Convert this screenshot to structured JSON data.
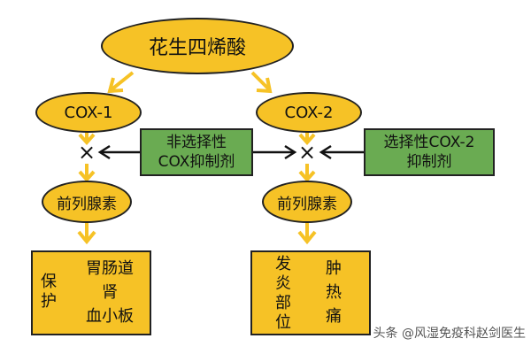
{
  "top_node": "花生四烯酸",
  "cox1": "COX-1",
  "cox2": "COX-2",
  "nonselective_inhibitor": [
    "非选择性",
    "COX抑制剂"
  ],
  "selective_inhibitor": [
    "选择性COX-2",
    "抑制剂"
  ],
  "block_mark": "×",
  "prostaglandin_left": "前列腺素",
  "prostaglandin_right": "前列腺素",
  "left_box": {
    "label": [
      "保",
      "护"
    ],
    "items": [
      "胃肠道",
      "肾",
      "血小板"
    ]
  },
  "right_box": {
    "label": [
      "发",
      "炎",
      "部",
      "位"
    ],
    "items": [
      "肿",
      "热",
      "痛"
    ]
  },
  "watermark": "头条 @风湿免疫科赵剑医生",
  "colors": {
    "yellow": "#f6c226",
    "green": "#6aab52",
    "arrow_yellow": "#f6c226",
    "outline": "#222222"
  }
}
